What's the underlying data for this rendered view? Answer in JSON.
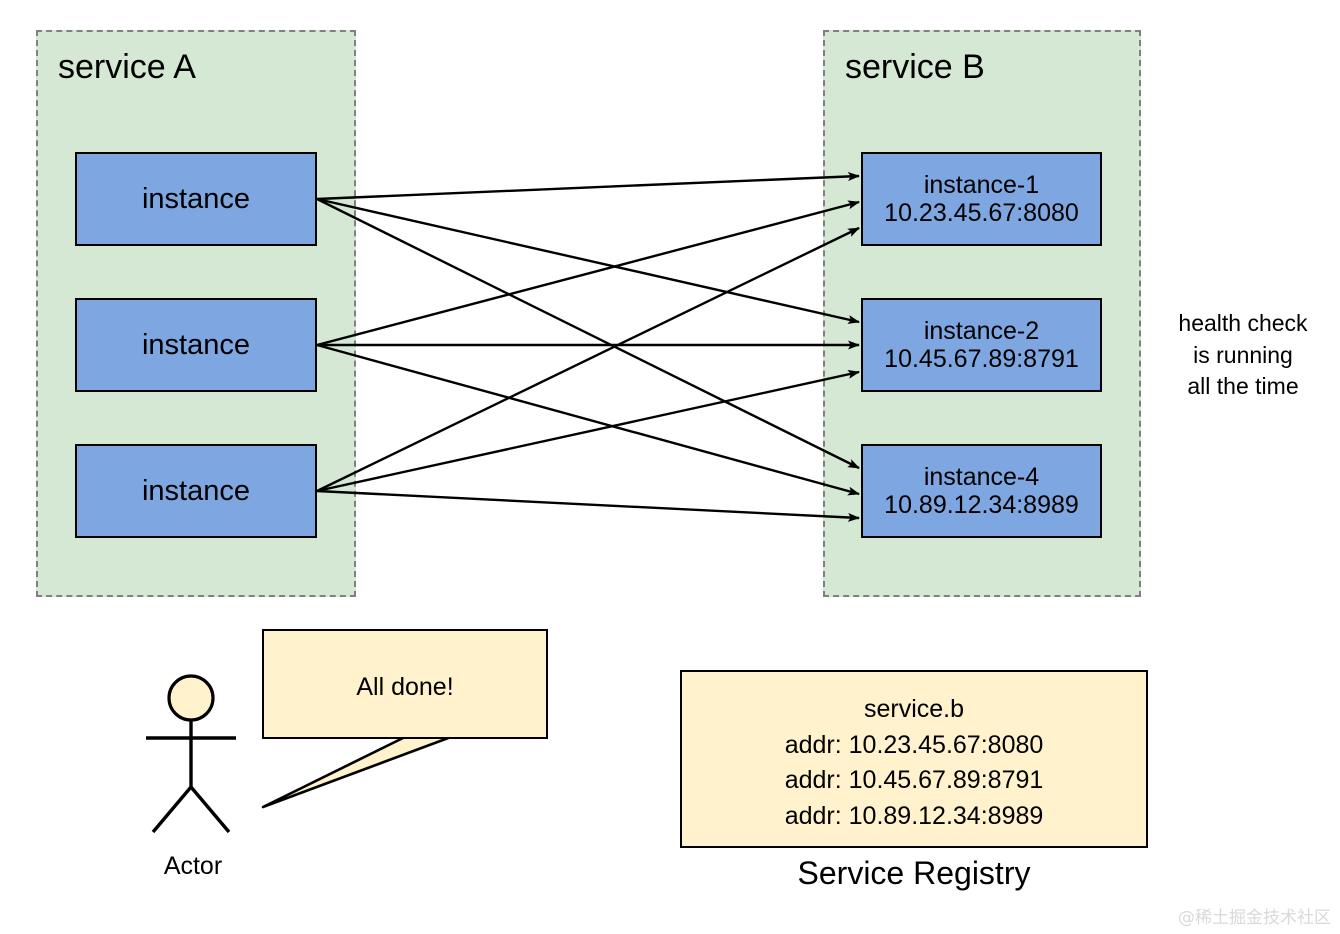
{
  "diagram": {
    "groups": [
      {
        "name": "service-a",
        "title": "service A",
        "instances": [
          {
            "line1": "instance",
            "line2": ""
          },
          {
            "line1": "instance",
            "line2": ""
          },
          {
            "line1": "instance",
            "line2": ""
          }
        ]
      },
      {
        "name": "service-b",
        "title": "service B",
        "instances": [
          {
            "line1": "instance-1",
            "line2": "10.23.45.67:8080"
          },
          {
            "line1": "instance-2",
            "line2": "10.45.67.89:8791"
          },
          {
            "line1": "instance-4",
            "line2": "10.89.12.34:8989"
          }
        ]
      }
    ],
    "health_note": {
      "line1": "health check",
      "line2": "is running",
      "line3": "all the time"
    },
    "actor": {
      "label": "Actor",
      "speech": "All done!"
    },
    "registry": {
      "caption": "Service Registry",
      "service_name": "service.b",
      "addresses": [
        "addr: 10.23.45.67:8080",
        "addr: 10.45.67.89:8791",
        "addr: 10.89.12.34:8989"
      ]
    },
    "watermark": "@稀土掘金技术社区",
    "colors": {
      "group_fill": "#d5e8d4",
      "group_border": "#808080",
      "instance_fill": "#7ea6e0",
      "instance_border": "#000000",
      "yellow_fill": "#fff2cc",
      "stroke": "#000000",
      "watermark": "#d9d9d9"
    }
  }
}
